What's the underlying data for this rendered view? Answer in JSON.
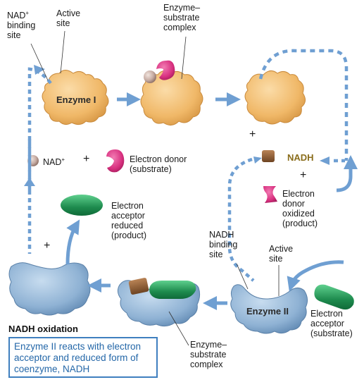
{
  "colors": {
    "enzyme1": "#f2c178",
    "enzyme2": "#8fb2d4",
    "arrow": "#6f9fd2",
    "nadh_label": "#8a6d1c",
    "caption": "#2467a8",
    "nad_ball": "#c7ada4",
    "electron_donor": "#d8307f",
    "nadh_block": "#8a5a32",
    "acceptor_reduced": "#1e8b4e",
    "acceptor_substrate": "#1f8a3e"
  },
  "labels": {
    "nad_binding_site": "NAD+ binding site",
    "active_site_top": "Active site",
    "es_complex_top": "Enzyme–substrate complex",
    "enzyme1": "Enzyme I",
    "nad_plus": "NAD+",
    "electron_donor_substrate": "Electron donor (substrate)",
    "nadh": "NADH",
    "electron_donor_oxidized": "Electron donor oxidized (product)",
    "electron_acceptor_reduced": "Electron acceptor reduced (product)",
    "nadh_binding_site": "NADH binding site",
    "active_site_bottom": "Active site",
    "enzyme2": "Enzyme II",
    "electron_acceptor_substrate": "Electron acceptor (substrate)",
    "es_complex_bottom": "Enzyme–substrate complex",
    "section_title": "NADH oxidation",
    "caption": "Enzyme II reacts with electron acceptor and reduced form of coenzyme, NADH",
    "plus": "+"
  }
}
